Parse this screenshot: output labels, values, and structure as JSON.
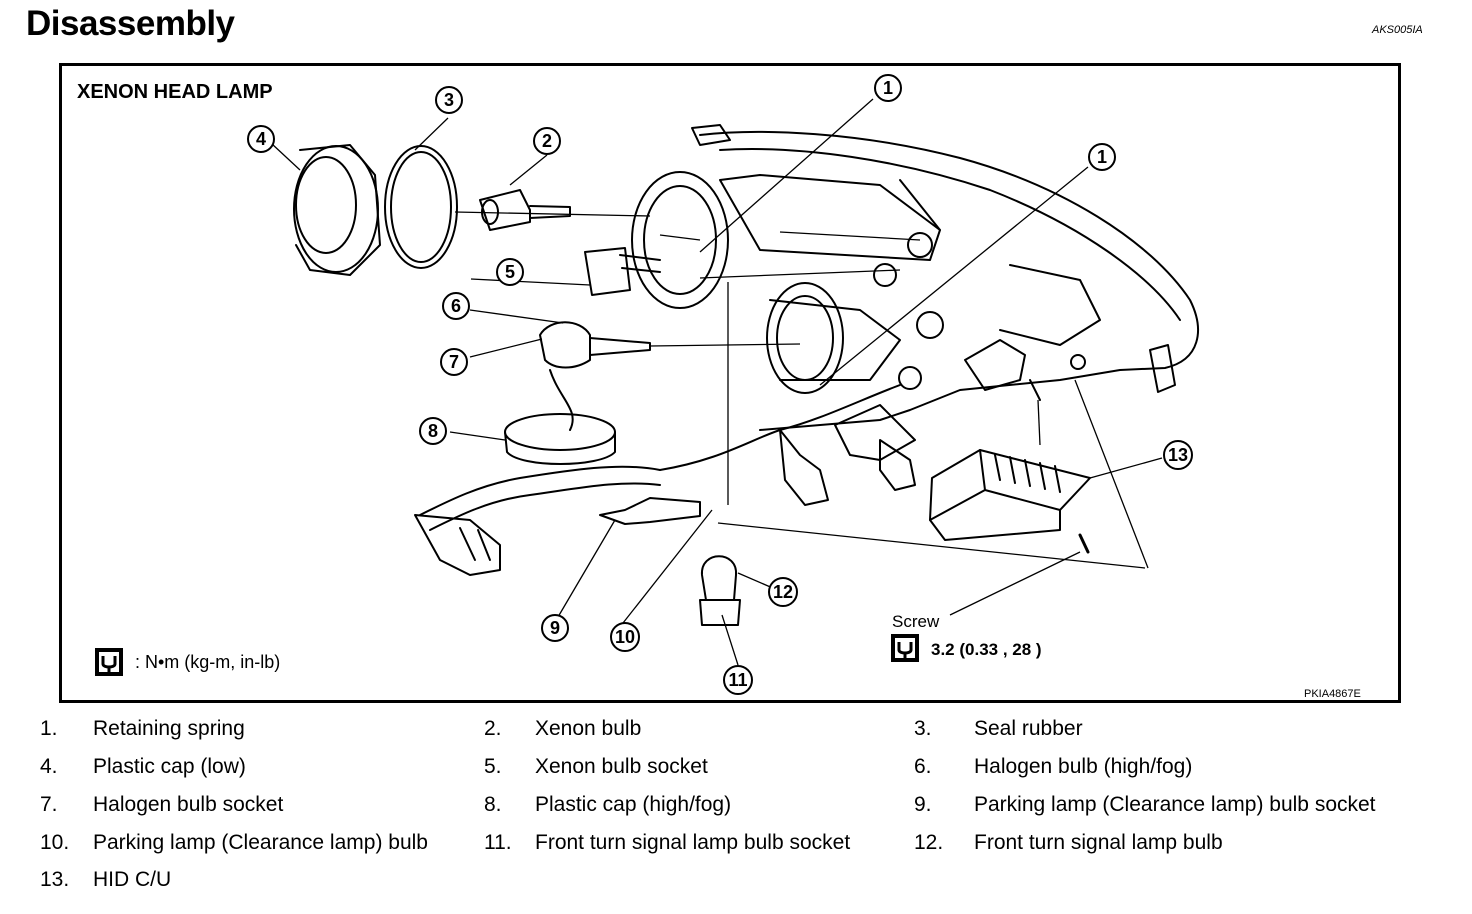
{
  "header": {
    "title": "Disassembly",
    "code": "AKS005IA"
  },
  "figure": {
    "title": "XENON HEAD LAMP",
    "code": "PKIA4867E",
    "callouts": [
      "1",
      "1",
      "2",
      "3",
      "4",
      "5",
      "6",
      "7",
      "8",
      "9",
      "10",
      "11",
      "12",
      "13"
    ],
    "torque_legend": ": N•m  (kg-m,  in-lb)",
    "screw_label": "Screw",
    "screw_torque": "3.2 (0.33 ,  28 )"
  },
  "parts": [
    {
      "num": "1.",
      "label": "Retaining spring"
    },
    {
      "num": "2.",
      "label": "Xenon bulb"
    },
    {
      "num": "3.",
      "label": "Seal rubber"
    },
    {
      "num": "4.",
      "label": "Plastic cap (low)"
    },
    {
      "num": "5.",
      "label": "Xenon bulb socket"
    },
    {
      "num": "6.",
      "label": "Halogen bulb (high/fog)"
    },
    {
      "num": "7.",
      "label": "Halogen bulb socket"
    },
    {
      "num": "8.",
      "label": "Plastic cap (high/fog)"
    },
    {
      "num": "9.",
      "label": "Parking lamp (Clearance lamp) bulb socket"
    },
    {
      "num": "10.",
      "label": "Parking lamp (Clearance lamp) bulb"
    },
    {
      "num": "11.",
      "label": "Front turn signal lamp bulb socket"
    },
    {
      "num": "12.",
      "label": "Front turn signal lamp bulb"
    },
    {
      "num": "13.",
      "label": "HID C/U"
    }
  ]
}
